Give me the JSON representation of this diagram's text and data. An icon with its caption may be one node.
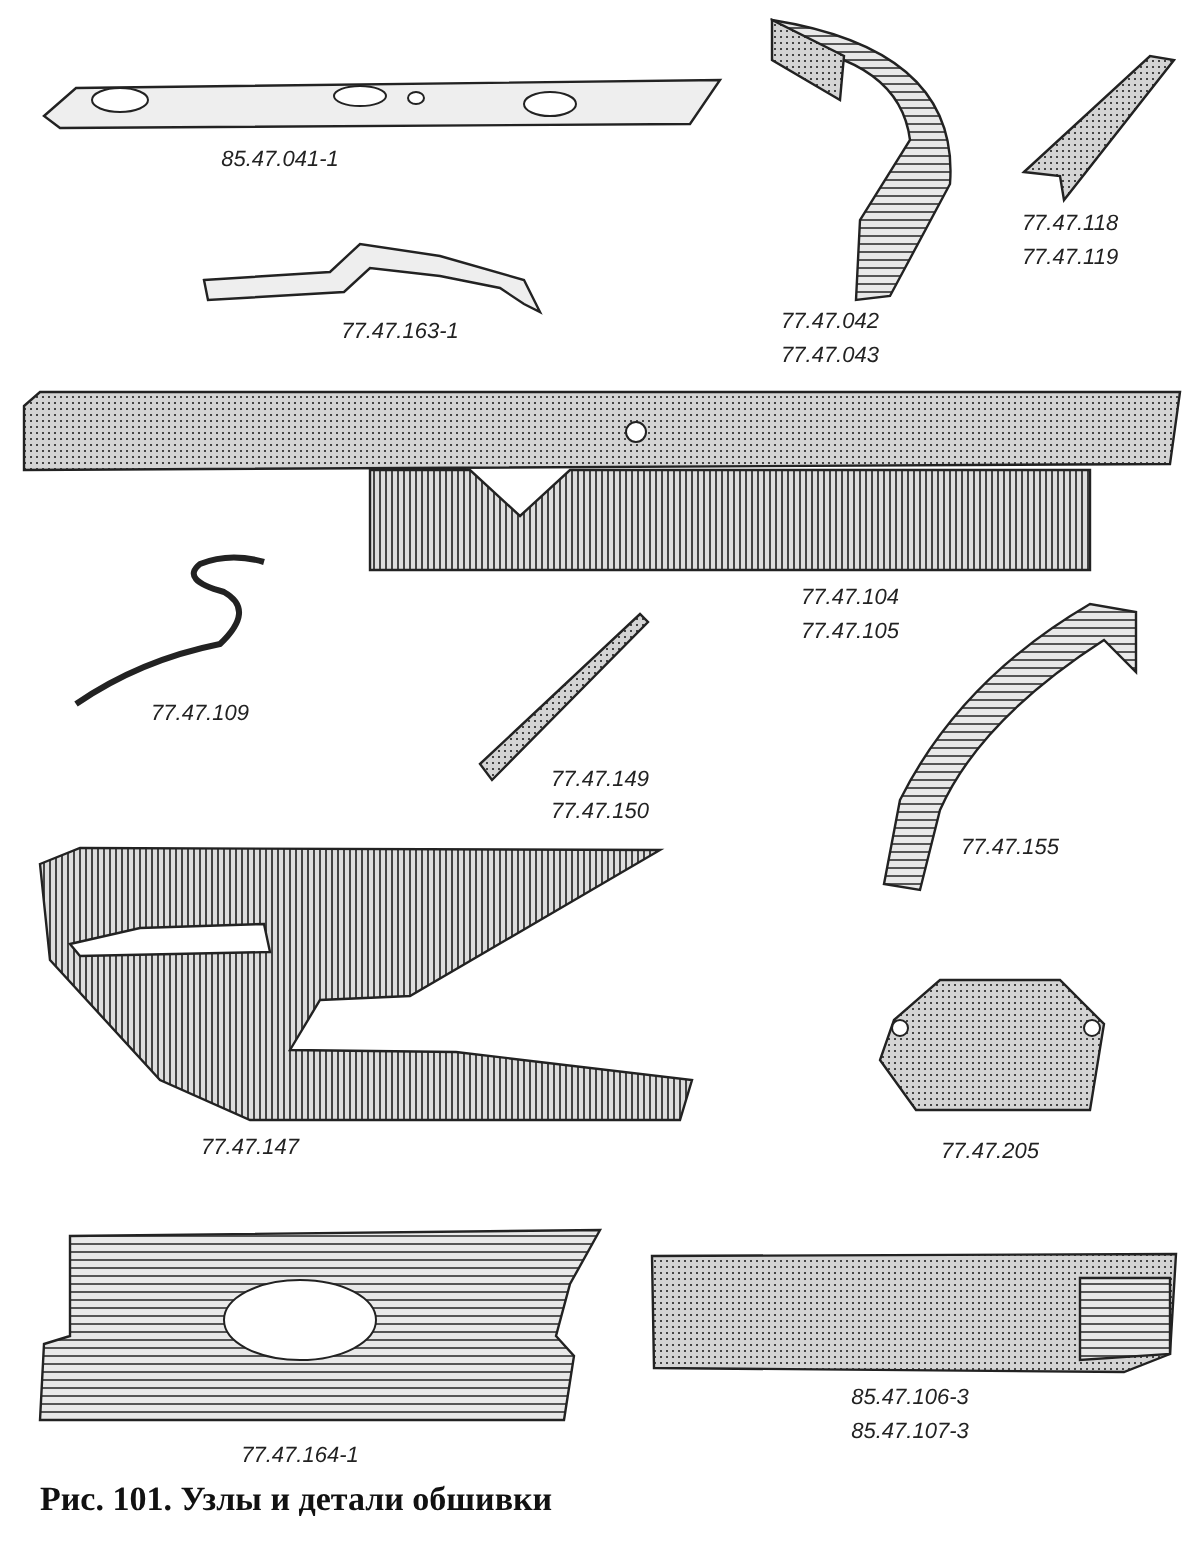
{
  "diagram": {
    "caption": "Рис. 101. Узлы и детали обшивки",
    "labels": [
      "85.47.041-1",
      "77.47.163-1",
      "77.47.042",
      "77.47.043",
      "77.47.118",
      "77.47.119",
      "77.47.104",
      "77.47.105",
      "77.47.109",
      "77.47.149",
      "77.47.150",
      "77.47.155",
      "77.47.147",
      "77.47.205",
      "77.47.164-1",
      "85.47.106-3",
      "85.47.107-3"
    ]
  }
}
